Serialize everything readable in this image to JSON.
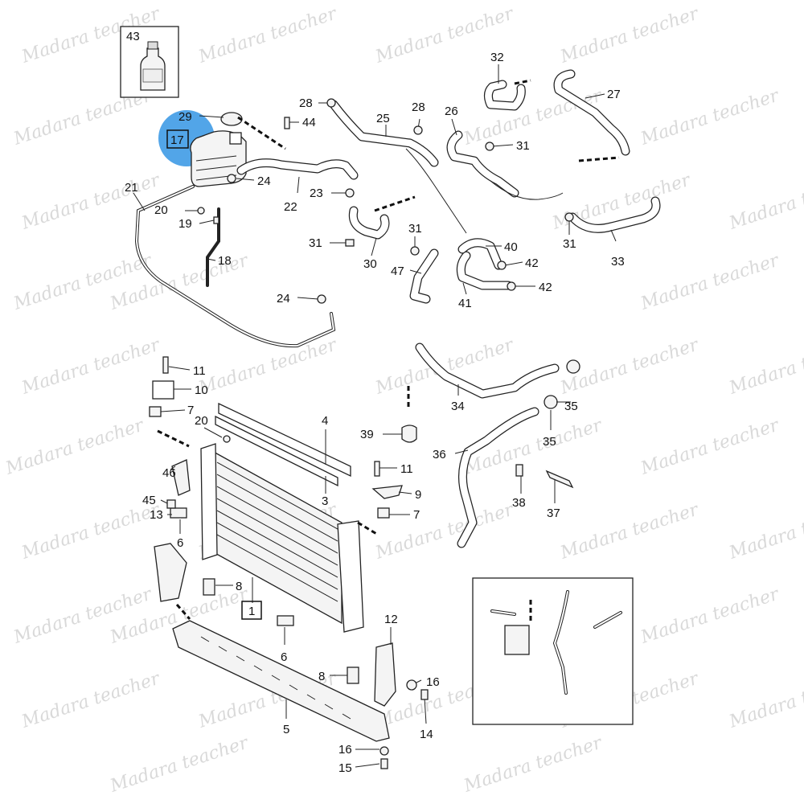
{
  "watermark": "Madara teacher",
  "highlight": {
    "label": "17",
    "color": "#3f9be6"
  },
  "callouts": {
    "c43": "43",
    "c29": "29",
    "c17": "17",
    "c28a": "28",
    "c44": "44",
    "c25": "25",
    "c28b": "28",
    "c26": "26",
    "c32": "32",
    "c27": "27",
    "c31a": "31",
    "c24a": "24",
    "c21": "21",
    "c20a": "20",
    "c19": "19",
    "c22": "22",
    "c23": "23",
    "c18": "18",
    "c31b": "31",
    "c31c": "31",
    "c30": "30",
    "c40": "40",
    "c42a": "42",
    "c47": "47",
    "c42b": "42",
    "c41": "41",
    "c31d": "31",
    "c33": "33",
    "c24b": "24",
    "c11a": "11",
    "c10": "10",
    "c7a": "7",
    "c20b": "20",
    "c4": "4",
    "c34": "34",
    "c35a": "35",
    "c39": "39",
    "c35b": "35",
    "c36": "36",
    "c11b": "11",
    "c46": "46",
    "c3": "3",
    "c9": "9",
    "c38": "38",
    "c37": "37",
    "c45": "45",
    "c7b": "7",
    "c13": "13",
    "c6a": "6",
    "c8a": "8",
    "c1": "1",
    "c12": "12",
    "c6b": "6",
    "c8b": "8",
    "c16a": "16",
    "c5": "5",
    "c14": "14",
    "c16b": "16",
    "c15": "15"
  },
  "colors": {
    "ink": "#222222",
    "watermark": "#d9d9d9",
    "highlight": "#3f9be6"
  }
}
